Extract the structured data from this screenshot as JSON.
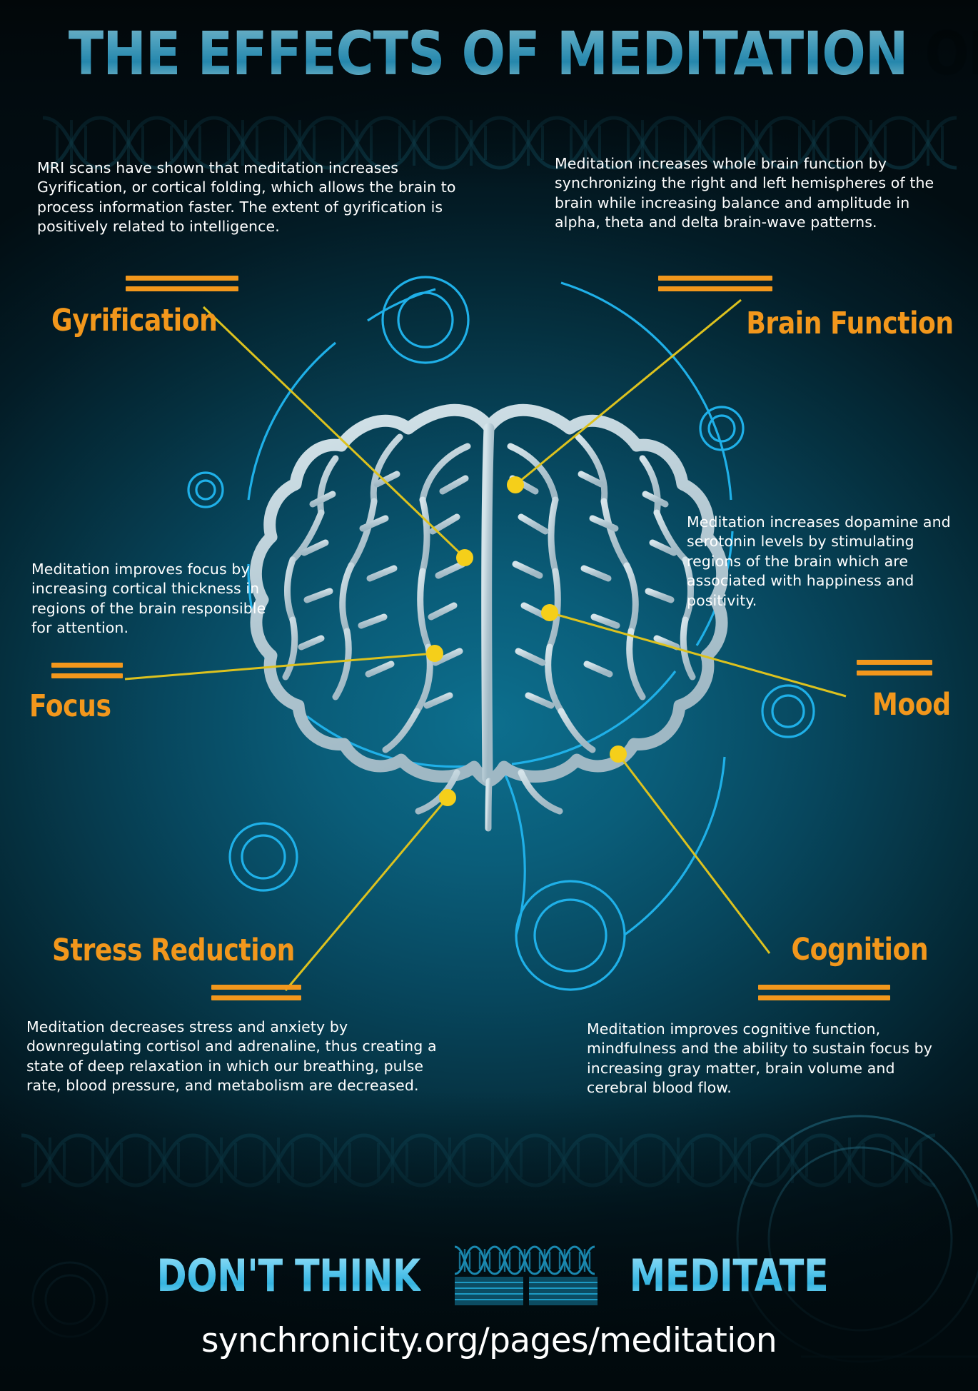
{
  "title": "THE EFFECTS OF MEDITATION ON THE BRAIN",
  "colors": {
    "accent_orange": "#f2971c",
    "heading_orange": "#f2971c",
    "title_cyan": "#63cbef",
    "body_white": "#ffffff",
    "background_teal": "#0a5d79",
    "background_dark": "#020d12",
    "connector_yellow": "#e8c822",
    "ring_blue": "#22aee4",
    "brain_gray": "#b9ccd6"
  },
  "sections": [
    {
      "id": "gyrification",
      "heading": "Gyrification",
      "body": "MRI scans have shown that meditation increases Gyrification, or cortical folding, which allows the brain to process information faster.  The extent of gyrification is positively related to intelligence.",
      "position": "top-left"
    },
    {
      "id": "brain-function",
      "heading": "Brain Function",
      "body": "Meditation increases whole brain function by synchronizing the right and left hemispheres of the brain while increasing balance and amplitude in  alpha, theta and delta brain-wave patterns.",
      "position": "top-right"
    },
    {
      "id": "focus",
      "heading": "Focus",
      "body": "Meditation improves focus by increasing cortical thickness in regions of the brain responsible for attention.",
      "position": "mid-left"
    },
    {
      "id": "mood",
      "heading": "Mood",
      "body": "Meditation increases dopamine and serotonin levels by stimulating regions of the brain which are associated with happiness and positivity.",
      "position": "mid-right"
    },
    {
      "id": "stress-reduction",
      "heading": "Stress Reduction",
      "body": "Meditation decreases stress and anxiety  by downregulating cortisol and adrenaline, thus creating a state of deep relaxation in which our breathing, pulse rate, blood pressure, and metabolism are decreased.",
      "position": "bottom-left"
    },
    {
      "id": "cognition",
      "heading": "Cognition",
      "body": "Meditation improves cognitive function, mindfulness and the ability to sustain focus by increasing gray matter, brain volume and cerebral blood flow.",
      "position": "bottom-right"
    }
  ],
  "footer": {
    "left_word": "DON'T THINK",
    "right_word": "MEDITATE",
    "url": "synchronicity.org/pages/meditation"
  }
}
